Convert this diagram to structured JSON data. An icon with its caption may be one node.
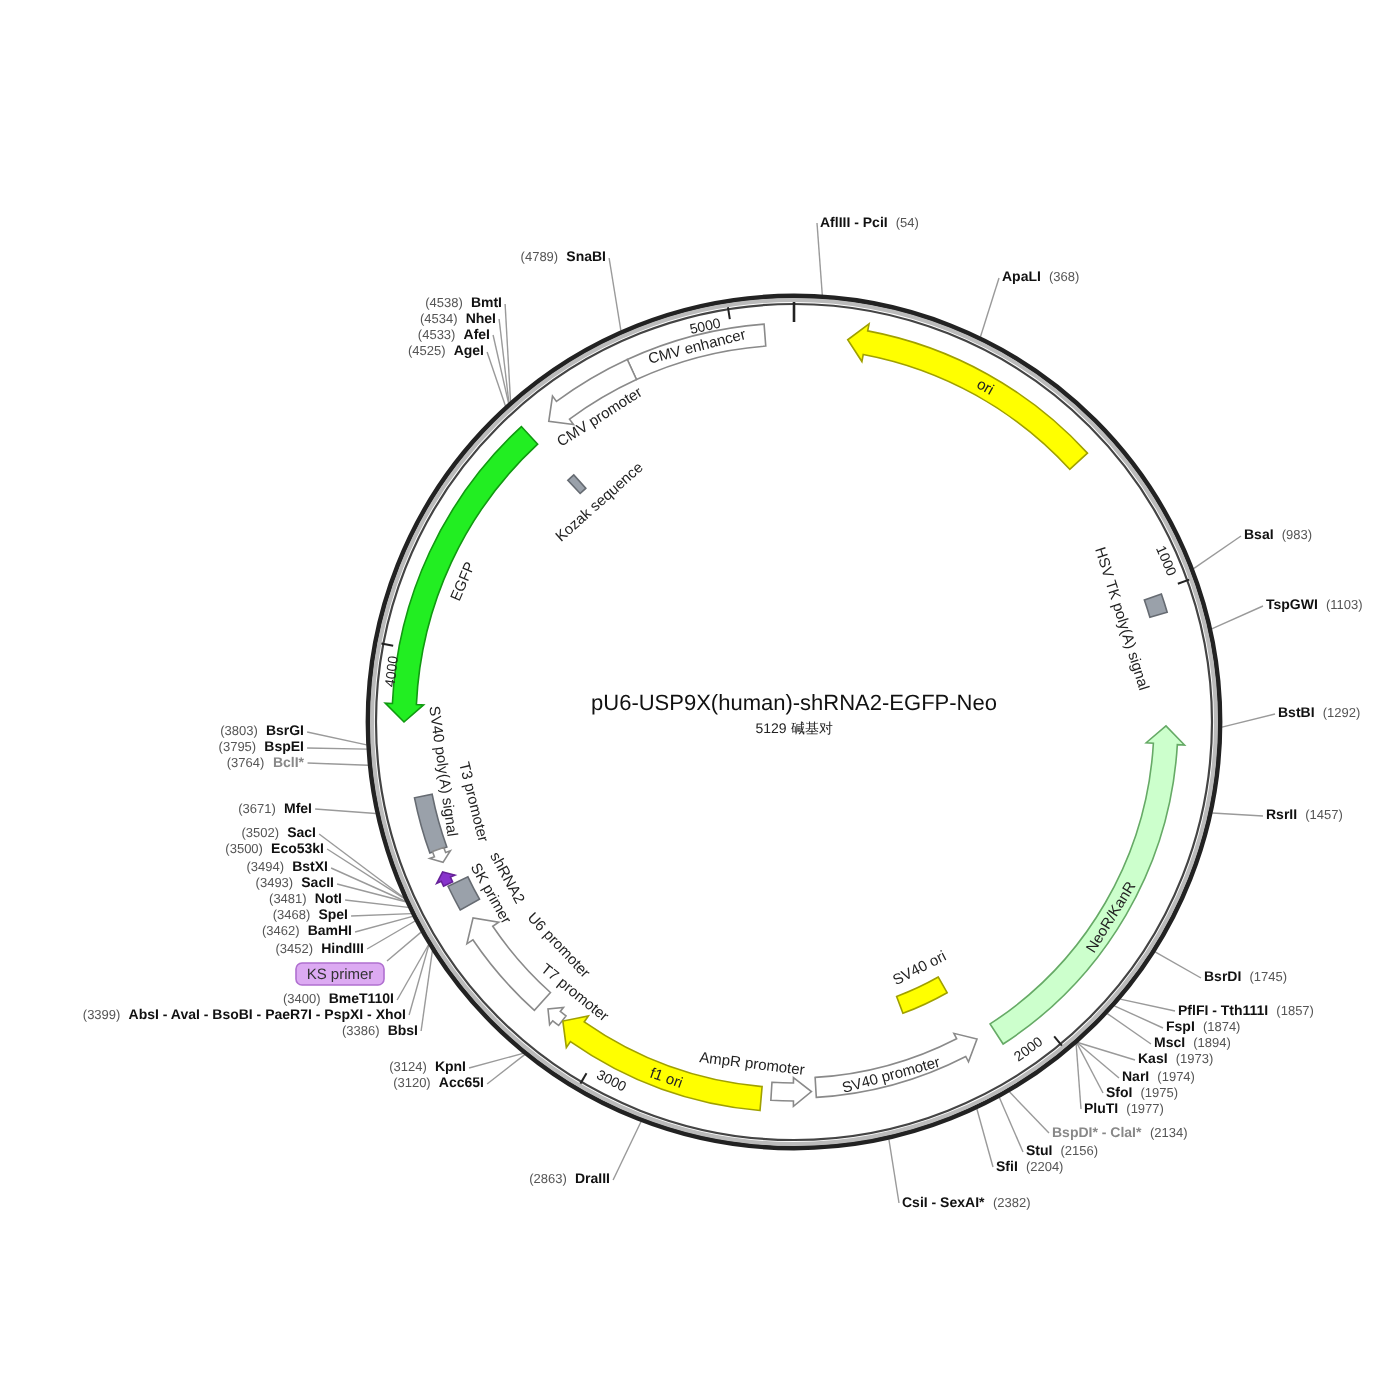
{
  "diagram": {
    "title": "pU6-USP9X(human)-shRNA2-EGFP-Neo",
    "nodes": [
      {
        "text": [
          "AflIII - PciI"
        ],
        "beside": [
          "(54)"
        ]
      },
      {
        "text": [
          "ApaLI"
        ],
        "beside": [
          "(368)"
        ]
      },
      {
        "text": [
          "BsaI"
        ],
        "beside": [
          "(983)"
        ]
      },
      {
        "text": [
          "TspGWI"
        ],
        "beside": [
          "(1103)"
        ]
      },
      {
        "text": [
          "BstBI"
        ],
        "beside": [
          "(1292)"
        ]
      },
      {
        "text": [
          "RsrII"
        ],
        "beside": [
          "(1457)"
        ]
      },
      {
        "text": [
          "BsrDI"
        ],
        "beside": [
          "(1745)"
        ]
      },
      {
        "text": [
          "PflFI - Tth111I"
        ],
        "beside": [
          "(1857)"
        ]
      },
      {
        "text": [
          "FspI"
        ],
        "beside": [
          "(1874)"
        ]
      },
      {
        "text": [
          "MscI"
        ],
        "beside": [
          "(1894)"
        ]
      },
      {
        "text": [
          "KasI"
        ],
        "beside": [
          "(1973)"
        ]
      },
      {
        "text": [
          "NarI"
        ],
        "beside": [
          "(1974)"
        ]
      },
      {
        "text": [
          "SfoI"
        ],
        "beside": [
          "(1975)"
        ]
      },
      {
        "text": [
          "PluTI"
        ],
        "beside": [
          "(1977)"
        ]
      },
      {
        "text": [
          "BspDI* - ClaI*"
        ],
        "beside": [
          "(2134)"
        ]
      },
      {
        "text": [
          "StuI"
        ],
        "beside": [
          "(2156)"
        ]
      },
      {
        "text": [
          "SfiI"
        ],
        "beside": [
          "(2204)"
        ]
      },
      {
        "text": [
          "CsiI - SexAI*"
        ],
        "beside": [
          "(2382)"
        ]
      },
      {
        "text": [
          "DraIII"
        ],
        "beside": [
          "(2863)"
        ]
      },
      {
        "text": [
          "Acc65I"
        ],
        "beside": [
          "(3120)"
        ]
      },
      {
        "text": [
          "KpnI"
        ],
        "beside": [
          "(3124)"
        ]
      },
      {
        "text": [
          "BbsI"
        ],
        "beside": [
          "(3386)"
        ]
      },
      {
        "text": [
          "AbsI - AvaI - BsoBI - PaeR7I - PspXI - XhoI"
        ],
        "beside": [
          "(3399)"
        ]
      },
      {
        "text": [
          "BmeT110I"
        ],
        "beside": [
          "(3400)"
        ]
      },
      {
        "text": [
          "HindIII"
        ],
        "beside": [
          "(3452)"
        ]
      },
      {
        "text": [
          "BamHI"
        ],
        "beside": [
          "(3462)"
        ]
      },
      {
        "text": [
          "SpeI"
        ],
        "beside": [
          "(3468)"
        ]
      },
      {
        "text": [
          "NotI"
        ],
        "beside": [
          "(3481)"
        ]
      },
      {
        "text": [
          "SacII"
        ],
        "beside": [
          "(3493)"
        ]
      },
      {
        "text": [
          "BstXI"
        ],
        "beside": [
          "(3494)"
        ]
      },
      {
        "text": [
          "Eco53kI"
        ],
        "beside": [
          "(3500)"
        ]
      },
      {
        "text": [
          "SacI"
        ],
        "beside": [
          "(3502)"
        ]
      },
      {
        "text": [
          "MfeI"
        ],
        "beside": [
          "(3671)"
        ]
      },
      {
        "text": [
          "BclI*"
        ],
        "beside": [
          "(3764)"
        ]
      },
      {
        "text": [
          "BspEI"
        ],
        "beside": [
          "(3795)"
        ]
      },
      {
        "text": [
          "BsrGI"
        ],
        "beside": [
          "(3803)"
        ]
      },
      {
        "text": [
          "AgeI"
        ],
        "beside": [
          "(4525)"
        ]
      },
      {
        "text": [
          "AfeI"
        ],
        "beside": [
          "(4533)"
        ]
      },
      {
        "text": [
          "NheI"
        ],
        "beside": [
          "(4534)"
        ]
      },
      {
        "text": [
          "BmtI"
        ],
        "beside": [
          "(4538)"
        ]
      },
      {
        "text": [
          "SnaBI"
        ],
        "beside": [
          "(4789)"
        ]
      },
      {
        "text": [
          "CMV enhancer"
        ]
      },
      {
        "text": [
          "CMV promoter"
        ]
      },
      {
        "text": [
          "Kozak sequence"
        ]
      },
      {
        "text": [
          "EGFP"
        ]
      },
      {
        "text": [
          "SV40 poly(A) signal"
        ]
      },
      {
        "text": [
          "T3 promoter"
        ]
      },
      {
        "text": [
          "SK primer"
        ]
      },
      {
        "text": [
          "shRNA2"
        ]
      },
      {
        "text": [
          "U6 promoter"
        ]
      },
      {
        "text": [
          "T7 promoter"
        ]
      },
      {
        "text": [
          "f1 ori"
        ]
      },
      {
        "text": [
          "AmpR promoter"
        ]
      },
      {
        "text": [
          "SV40 promoter"
        ]
      },
      {
        "text": [
          "SV40 ori"
        ]
      },
      {
        "text": [
          "NeoR/KanR"
        ]
      },
      {
        "text": [
          "HSV TK poly(A) signal"
        ]
      },
      {
        "text": [
          "ori"
        ]
      },
      {
        "text": [
          "KS primer"
        ]
      }
    ],
    "edges": [
      {
        "from": 0,
        "to": null,
        "arrow": "none"
      },
      {
        "from": 1,
        "to": null,
        "arrow": "none"
      },
      {
        "from": 2,
        "to": null,
        "arrow": "none"
      },
      {
        "from": 3,
        "to": null,
        "arrow": "none"
      },
      {
        "from": 4,
        "to": null,
        "arrow": "none"
      },
      {
        "from": 5,
        "to": null,
        "arrow": "none"
      },
      {
        "from": 6,
        "to": null,
        "arrow": "none"
      },
      {
        "from": 7,
        "to": null,
        "arrow": "none"
      },
      {
        "from": 8,
        "to": null,
        "arrow": "none"
      },
      {
        "from": 9,
        "to": null,
        "arrow": "none"
      },
      {
        "from": 10,
        "to": null,
        "arrow": "none"
      },
      {
        "from": 11,
        "to": null,
        "arrow": "none"
      },
      {
        "from": 12,
        "to": null,
        "arrow": "none"
      },
      {
        "from": 13,
        "to": null,
        "arrow": "none"
      },
      {
        "from": 14,
        "to": null,
        "arrow": "none"
      },
      {
        "from": 15,
        "to": null,
        "arrow": "none"
      },
      {
        "from": 16,
        "to": null,
        "arrow": "none"
      },
      {
        "from": 17,
        "to": null,
        "arrow": "none"
      },
      {
        "from": 18,
        "to": null,
        "arrow": "none"
      },
      {
        "from": 19,
        "to": null,
        "arrow": "none"
      },
      {
        "from": 20,
        "to": null,
        "arrow": "none"
      },
      {
        "from": 21,
        "to": null,
        "arrow": "none"
      },
      {
        "from": 22,
        "to": null,
        "arrow": "none"
      },
      {
        "from": 23,
        "to": null,
        "arrow": "none"
      },
      {
        "from": 24,
        "to": null,
        "arrow": "none"
      },
      {
        "from": 25,
        "to": null,
        "arrow": "none"
      },
      {
        "from": 26,
        "to": null,
        "arrow": "none"
      },
      {
        "from": 27,
        "to": null,
        "arrow": "none"
      },
      {
        "from": 28,
        "to": null,
        "arrow": "none"
      },
      {
        "from": 29,
        "to": null,
        "arrow": "none"
      },
      {
        "from": 30,
        "to": null,
        "arrow": "none"
      },
      {
        "from": 31,
        "to": null,
        "arrow": "none"
      },
      {
        "from": 32,
        "to": null,
        "arrow": "none"
      },
      {
        "from": 33,
        "to": null,
        "arrow": "none"
      },
      {
        "from": 34,
        "to": null,
        "arrow": "none"
      },
      {
        "from": 35,
        "to": null,
        "arrow": "none"
      },
      {
        "from": 36,
        "to": null,
        "arrow": "none"
      },
      {
        "from": 37,
        "to": null,
        "arrow": "none"
      },
      {
        "from": 38,
        "to": null,
        "arrow": "none"
      },
      {
        "from": 39,
        "to": null,
        "arrow": "none"
      },
      {
        "from": 40,
        "to": null,
        "arrow": "none"
      },
      {
        "from": 58,
        "to": null,
        "arrow": "none"
      }
    ],
    "labels": [
      "5000",
      "1000",
      "4000",
      "5129 碱基对",
      "2000",
      "3000"
    ]
  }
}
